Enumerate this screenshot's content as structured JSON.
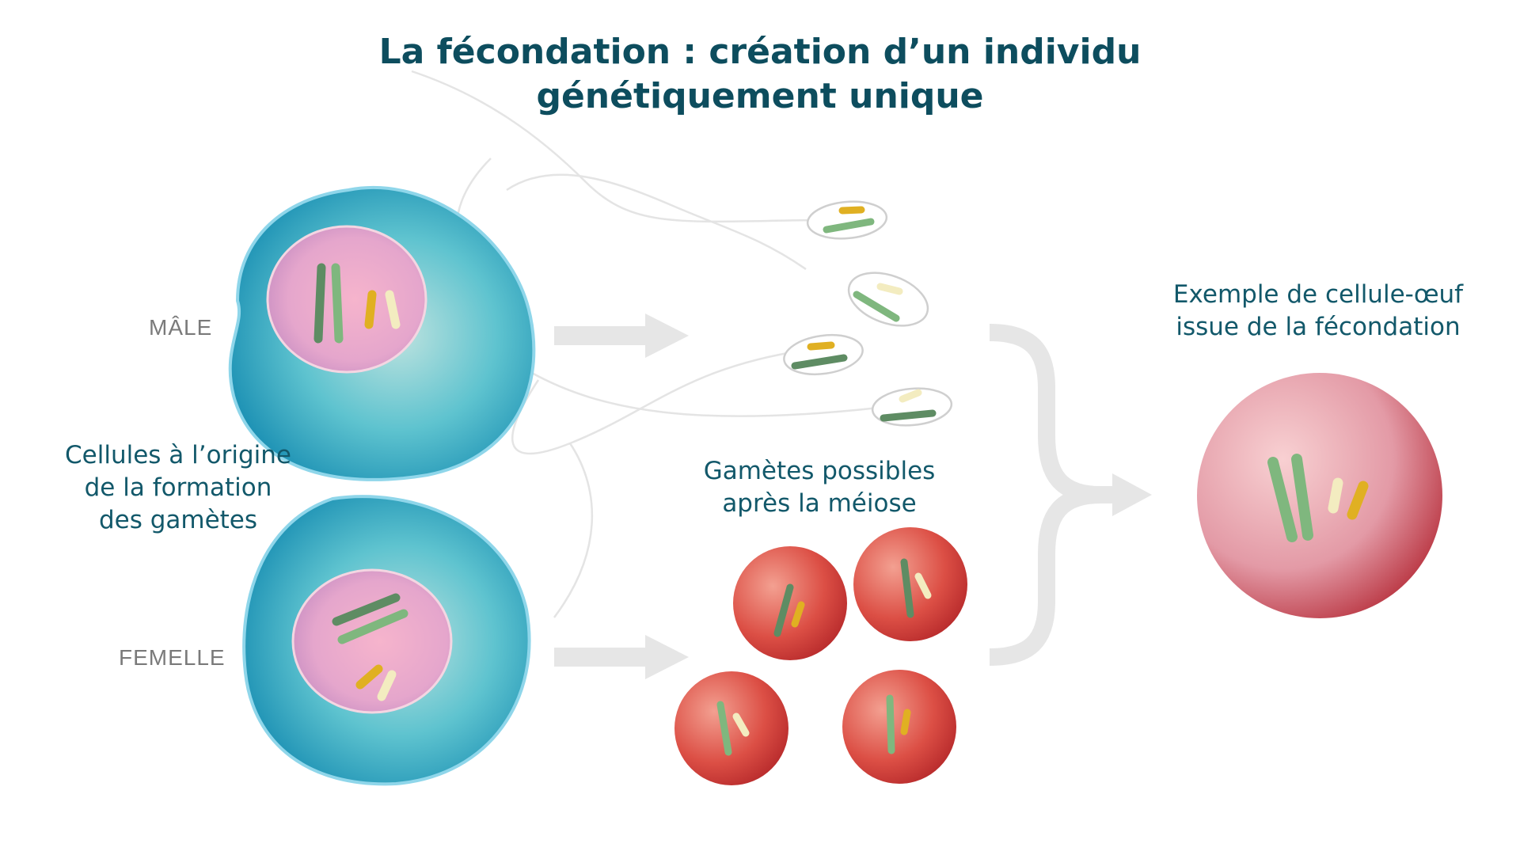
{
  "title": {
    "line1": "La fécondation : création d’un individu",
    "line2": "génétiquement unique"
  },
  "labels": {
    "male": "MÂLE",
    "female": "FEMELLE"
  },
  "captions": {
    "origin": [
      "Cellules à l’origine",
      "de la formation",
      "des gamètes"
    ],
    "gametes": [
      "Gamètes possibles",
      "après la méiose"
    ],
    "zygote": [
      "Exemple de cellule-œuf",
      "issue de la fécondation"
    ]
  },
  "colors": {
    "title": "#0d4d5e",
    "caption": "#12586a",
    "label": "#7a7a7a",
    "cell": "#2fa8c4",
    "nucleus": "#e7a7c8",
    "ovum": "#d94a40",
    "zygote": "#d66a7a",
    "chromo_dark_green": "#5e8c63",
    "chromo_light_green": "#7fb77e",
    "chromo_yellow": "#e0b022",
    "chromo_cream": "#f3ecc0",
    "arrow": "#e6e6e6"
  }
}
